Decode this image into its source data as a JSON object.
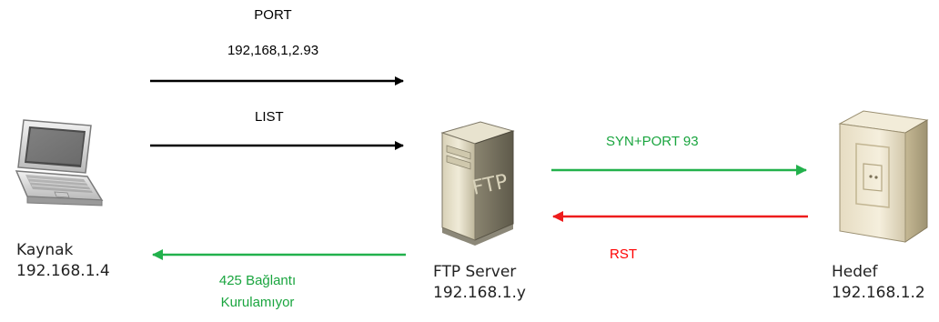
{
  "messages": {
    "port_label": "PORT",
    "port_value": "192,168,1,2.93",
    "list_label": "LIST",
    "syn_label": "SYN+PORT 93",
    "rst_label": "RST",
    "error_line1": "425 Bağlantı",
    "error_line2": "Kurulamıyor"
  },
  "nodes": {
    "source": {
      "name": "Kaynak",
      "ip": "192.168.1.4",
      "icon": "laptop-icon"
    },
    "server": {
      "name": "FTP Server",
      "ip": "192.168.1.y",
      "icon": "ftp-server-icon",
      "icon_text": "FTP"
    },
    "target": {
      "name": "Hedef",
      "ip": "192.168.1.2",
      "icon": "server-tower-icon"
    }
  },
  "colors": {
    "black_arrow": "#000000",
    "green_arrow": "#22b14c",
    "red_arrow": "#ee1c1c",
    "green_text": "#1aa53f",
    "red_text": "#ff0000"
  }
}
